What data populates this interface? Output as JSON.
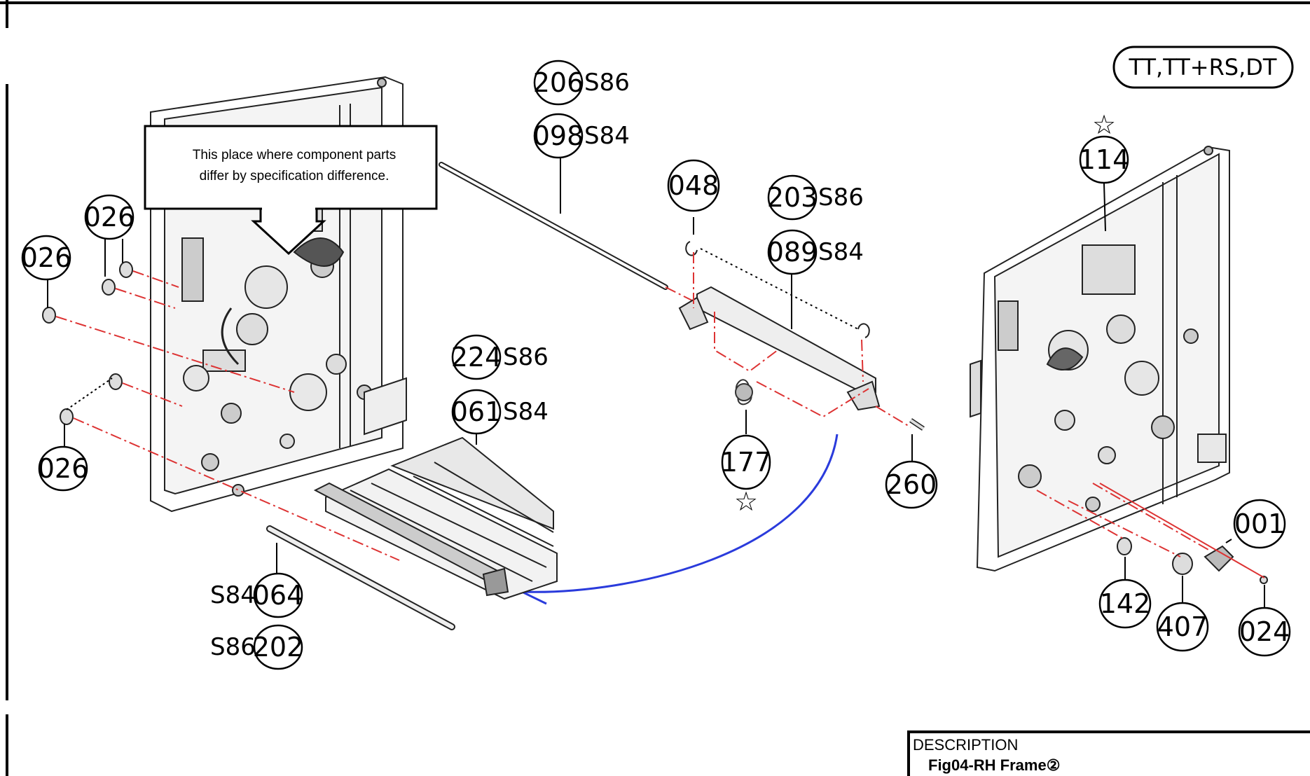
{
  "spec_label": "TT,TT+RS,DT",
  "callout": {
    "line1": "This place where component parts",
    "line2": "differ by specification difference."
  },
  "parts": {
    "p206": "206",
    "p206_suffix": "S86",
    "p098": "098",
    "p098_suffix": "S84",
    "p048": "048",
    "p203": "203",
    "p203_suffix": "S86",
    "p089": "089",
    "p089_suffix": "S84",
    "p114": "114",
    "p026a": "026",
    "p026b": "026",
    "p026c": "026",
    "p224": "224",
    "p224_suffix": "S86",
    "p061": "061",
    "p061_suffix": "S84",
    "p177": "177",
    "p260": "260",
    "p001": "001",
    "p064": "064",
    "p064_prefix": "S84",
    "p202": "202",
    "p202_prefix": "S86",
    "p142": "142",
    "p407": "407",
    "p024": "024"
  },
  "star_symbol": "☆",
  "description": {
    "header": "DESCRIPTION",
    "title": "Fig04-RH Frame②"
  }
}
